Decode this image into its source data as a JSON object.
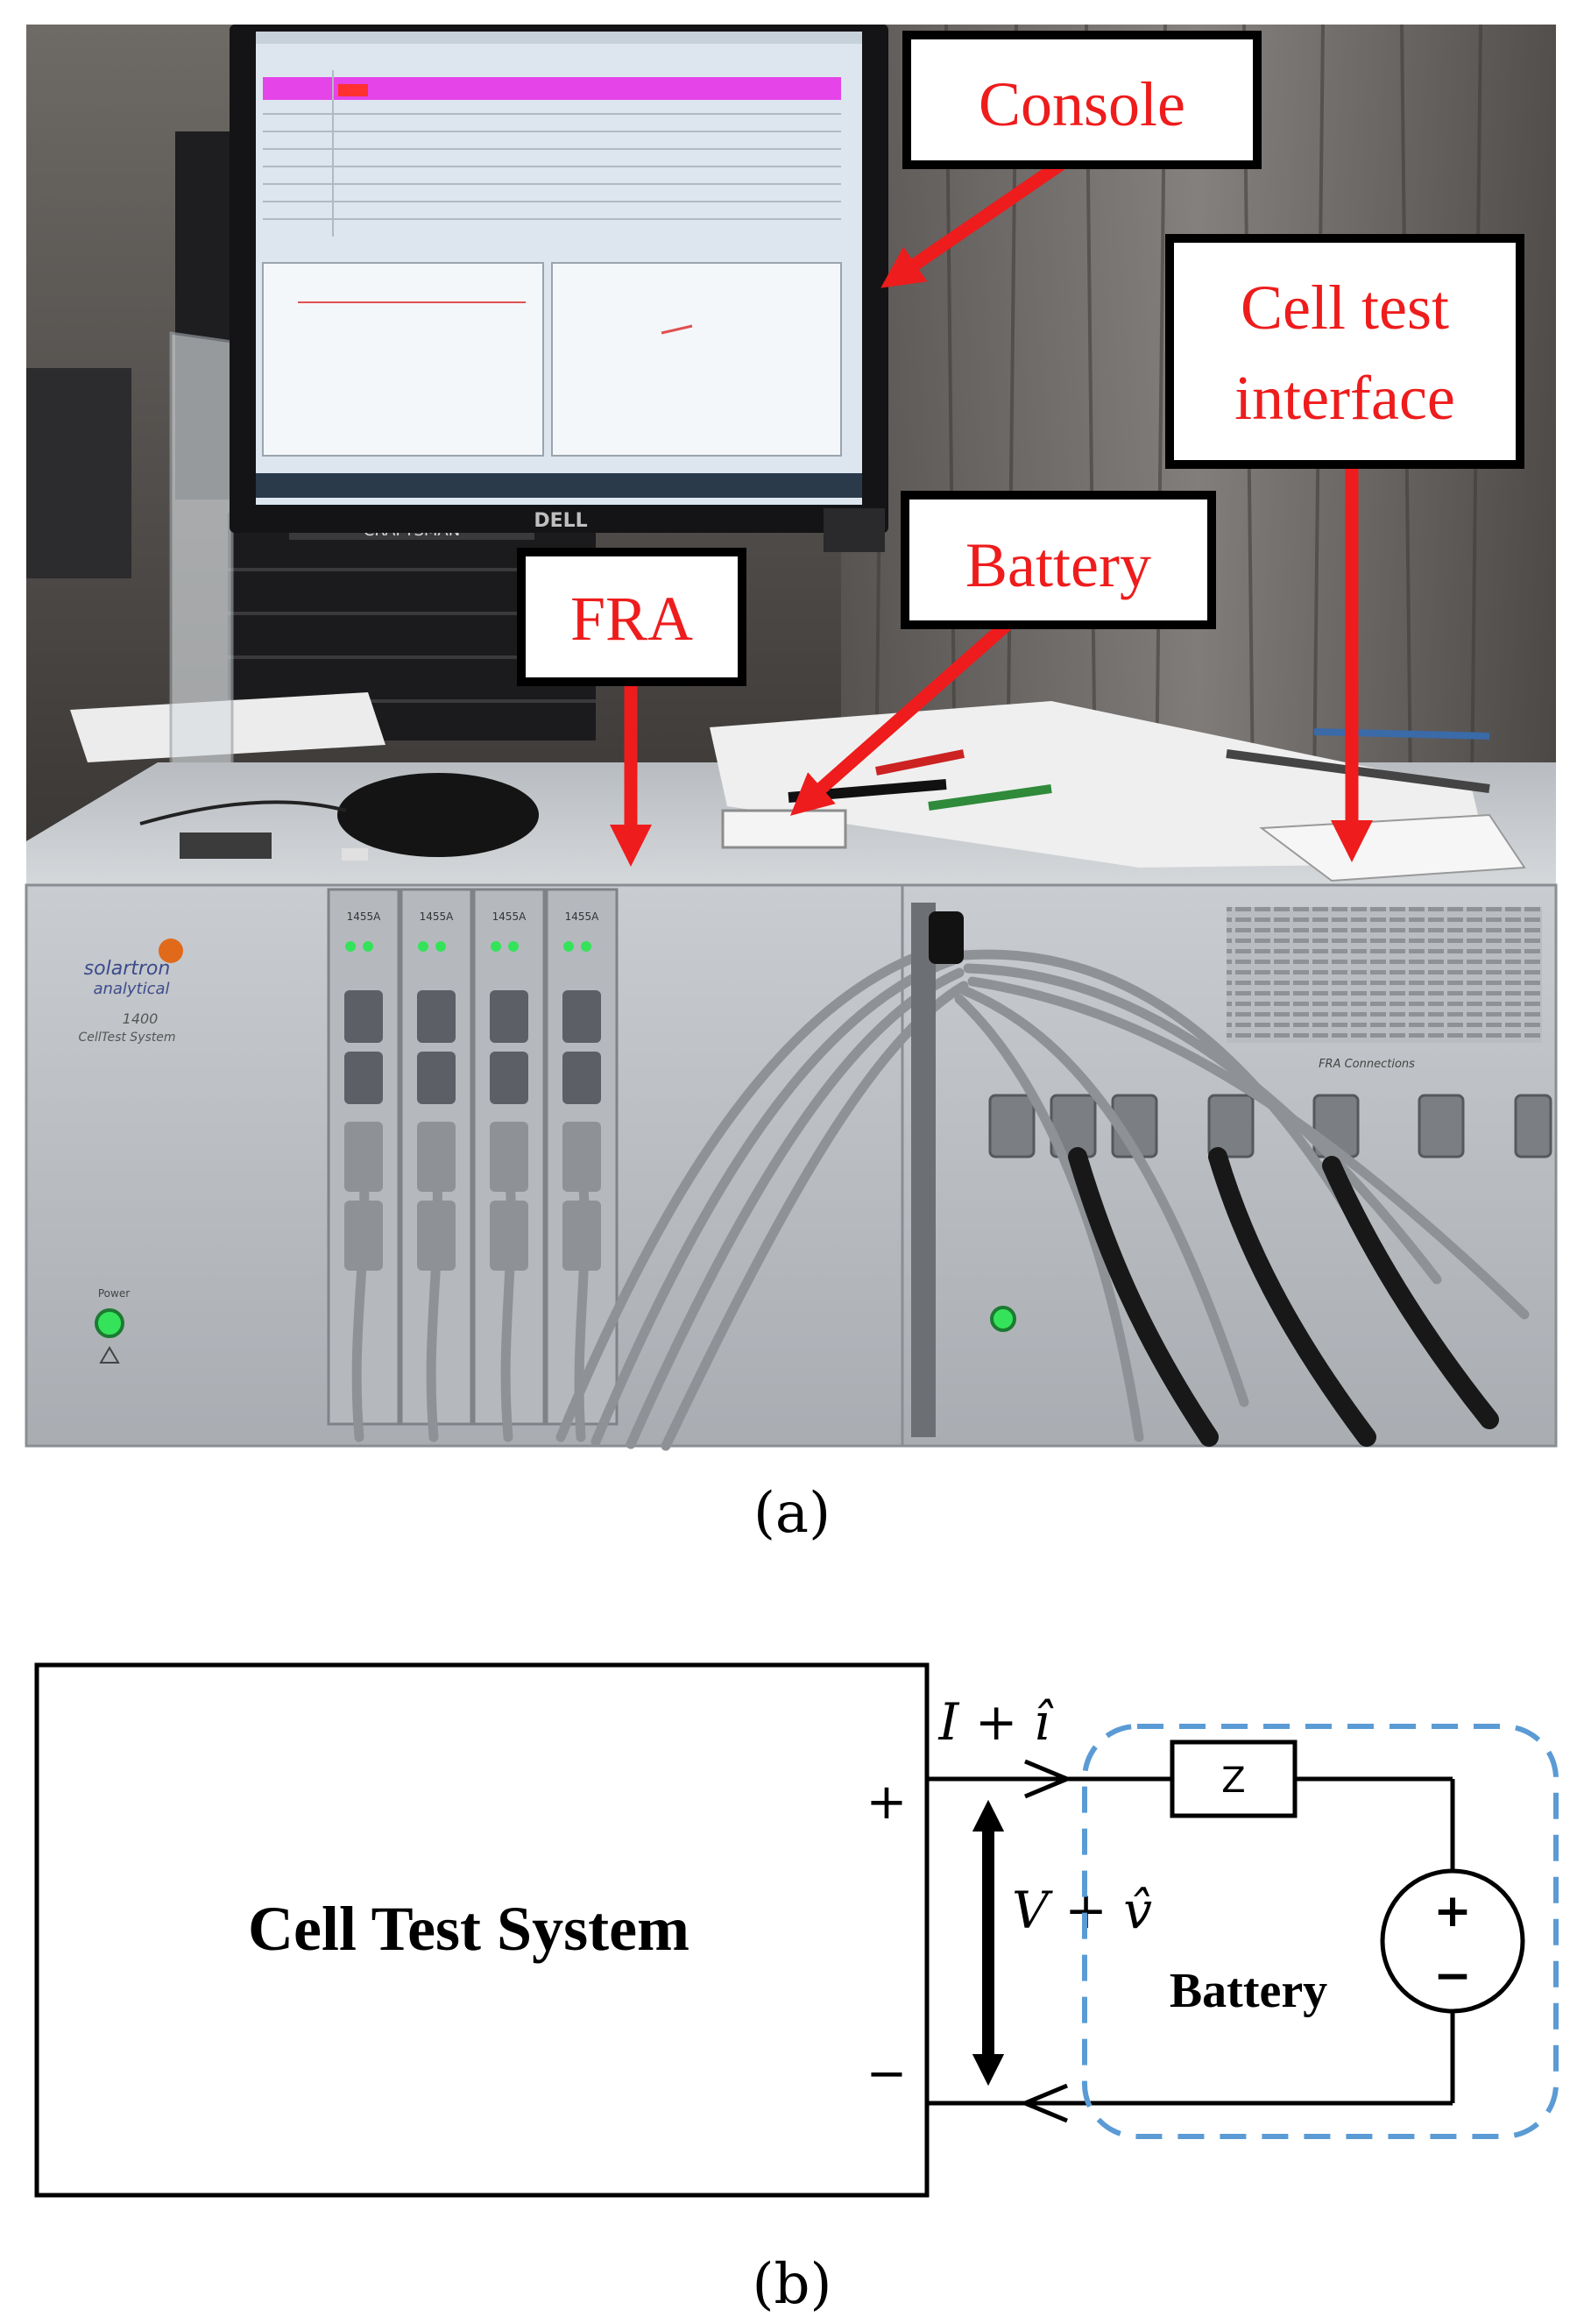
{
  "photo": {
    "callouts": {
      "console": "Console",
      "cell_test_interface_line1": "Cell test",
      "cell_test_interface_line2": "interface",
      "battery": "Battery",
      "fra": "FRA"
    },
    "monitor_brand": "DELL",
    "toolbox_brand": "CRAFTSMAN",
    "instrument_brand_line1": "solartron",
    "instrument_brand_line2": "analytical",
    "instrument_model": "1400",
    "instrument_name": "CellTest System",
    "power_label": "Power",
    "module_label": "1455A",
    "fra_panel_label": "FRA Connections",
    "accent_color": "#ee1c1c"
  },
  "circuit": {
    "system_label": "Cell Test System",
    "plus": "+",
    "minus": "−",
    "current_label": "I + î",
    "voltage_label": "V + v̂",
    "impedance_label": "Z",
    "source_plus": "+",
    "source_minus": "−",
    "battery_label": "Battery",
    "dashed_color": "#5b9bd5"
  },
  "captions": {
    "a": "(a)",
    "b": "(b)"
  }
}
